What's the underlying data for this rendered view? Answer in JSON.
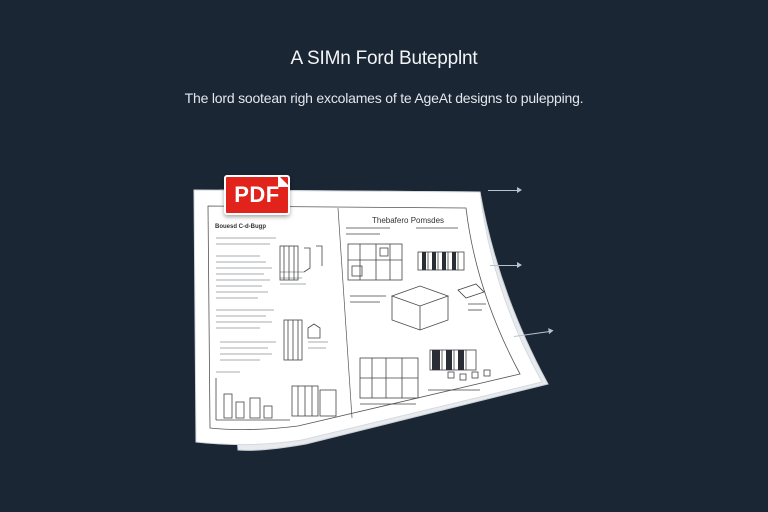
{
  "header": {
    "title": "A SIMn Ford Butepplnt",
    "subtitle": "The lord sootean righ excolames of te AgeAt designs to pulepping."
  },
  "document": {
    "badge_label": "PDF",
    "heading_left": "Bouesd C-d-Bugp",
    "heading_right": "Thebafero Pomsdes"
  },
  "colors": {
    "background": "#1a2634",
    "badge": "#e1231b",
    "paper": "#ffffff"
  }
}
